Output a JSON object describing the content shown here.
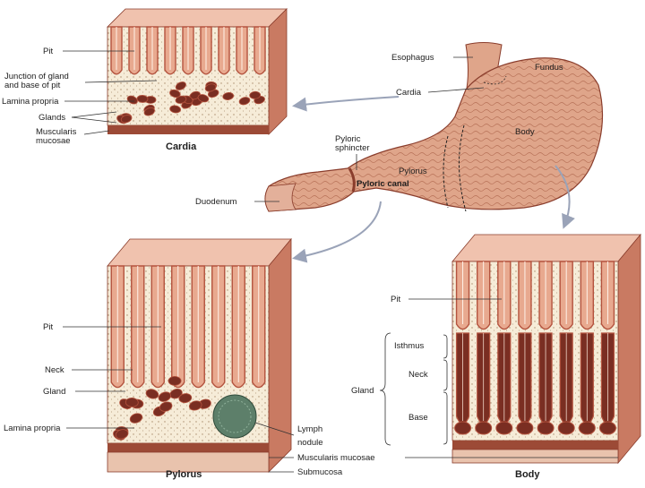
{
  "colors": {
    "mucosa": "#e8a98f",
    "mucosa_dark": "#b4533e",
    "gland_dark": "#7a2e22",
    "lamina": "#f6ecd8",
    "submucosa": "#e9c3ad",
    "muscle": "#9c4a36",
    "stomach": "#dfa58a",
    "lymph": "#5d7f6a"
  },
  "panels": {
    "cardia": {
      "title": "Cardia",
      "labels": {
        "pit": "Pit",
        "junction_line1": "Junction of gland",
        "junction_line2": "and base of pit",
        "lamina_propria": "Lamina propria",
        "glands": "Glands",
        "muscularis_line1": "Muscularis",
        "muscularis_line2": "mucosae"
      }
    },
    "stomach": {
      "labels": {
        "esophagus": "Esophagus",
        "fundus": "Fundus",
        "cardia": "Cardia",
        "body": "Body",
        "pyloric_sphincter_line1": "Pyloric",
        "pyloric_sphincter_line2": "sphincter",
        "pylorus": "Pylorus",
        "pyloric_canal": "Pyloric canal",
        "duodenum": "Duodenum"
      }
    },
    "pylorus": {
      "title": "Pylorus",
      "labels": {
        "pit": "Pit",
        "neck": "Neck",
        "gland": "Gland",
        "lamina_propria": "Lamina propria",
        "lymph_line1": "Lymph",
        "lymph_line2": "nodule",
        "muscularis_mucosae": "Muscularis mucosae",
        "submucosa": "Submucosa"
      }
    },
    "body": {
      "title": "Body",
      "labels": {
        "pit": "Pit",
        "isthmus": "Isthmus",
        "neck": "Neck",
        "gland": "Gland",
        "base": "Base"
      }
    }
  }
}
